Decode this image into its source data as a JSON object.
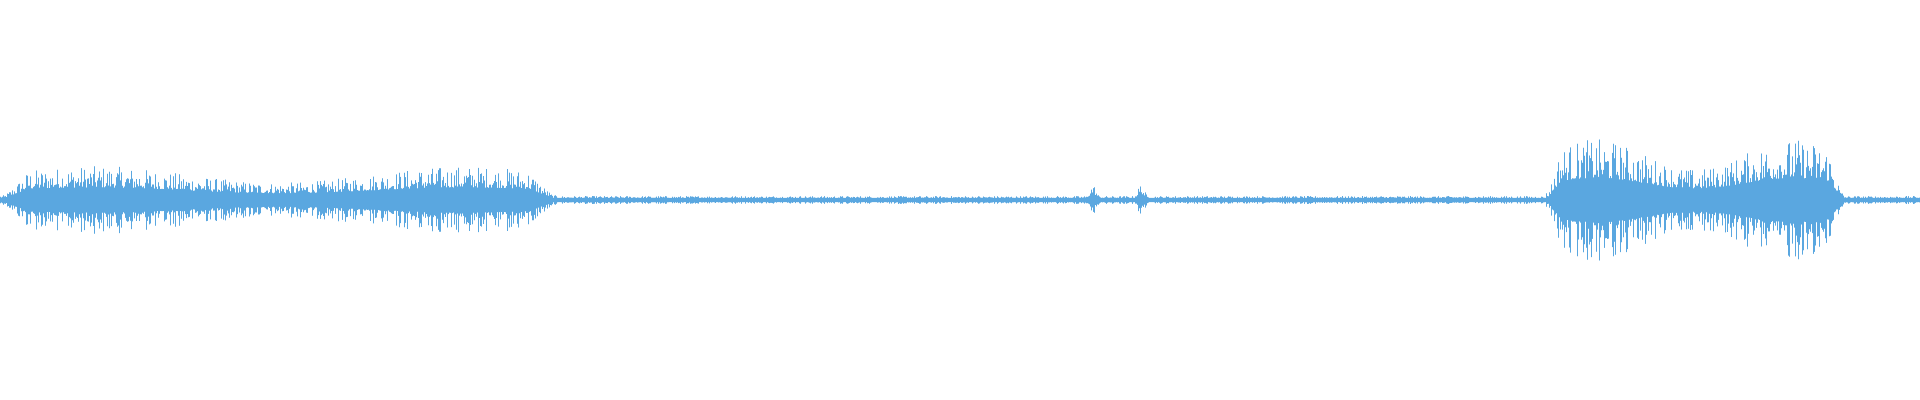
{
  "colors": {
    "background": "#ffffff",
    "waveform": "#5aa7e0"
  },
  "waveform": {
    "description_type": "audio-amplitude",
    "active_regions": [
      {
        "start_fraction": 0.0,
        "end_fraction": 0.29,
        "level": 0.33
      },
      {
        "start_fraction": 0.805,
        "end_fraction": 0.96,
        "level": 0.6
      }
    ],
    "spikes": [
      {
        "position_fraction": 0.569,
        "level": 0.17
      },
      {
        "position_fraction": 0.594,
        "level": 0.17
      }
    ],
    "baseline_level": 0.03
  }
}
